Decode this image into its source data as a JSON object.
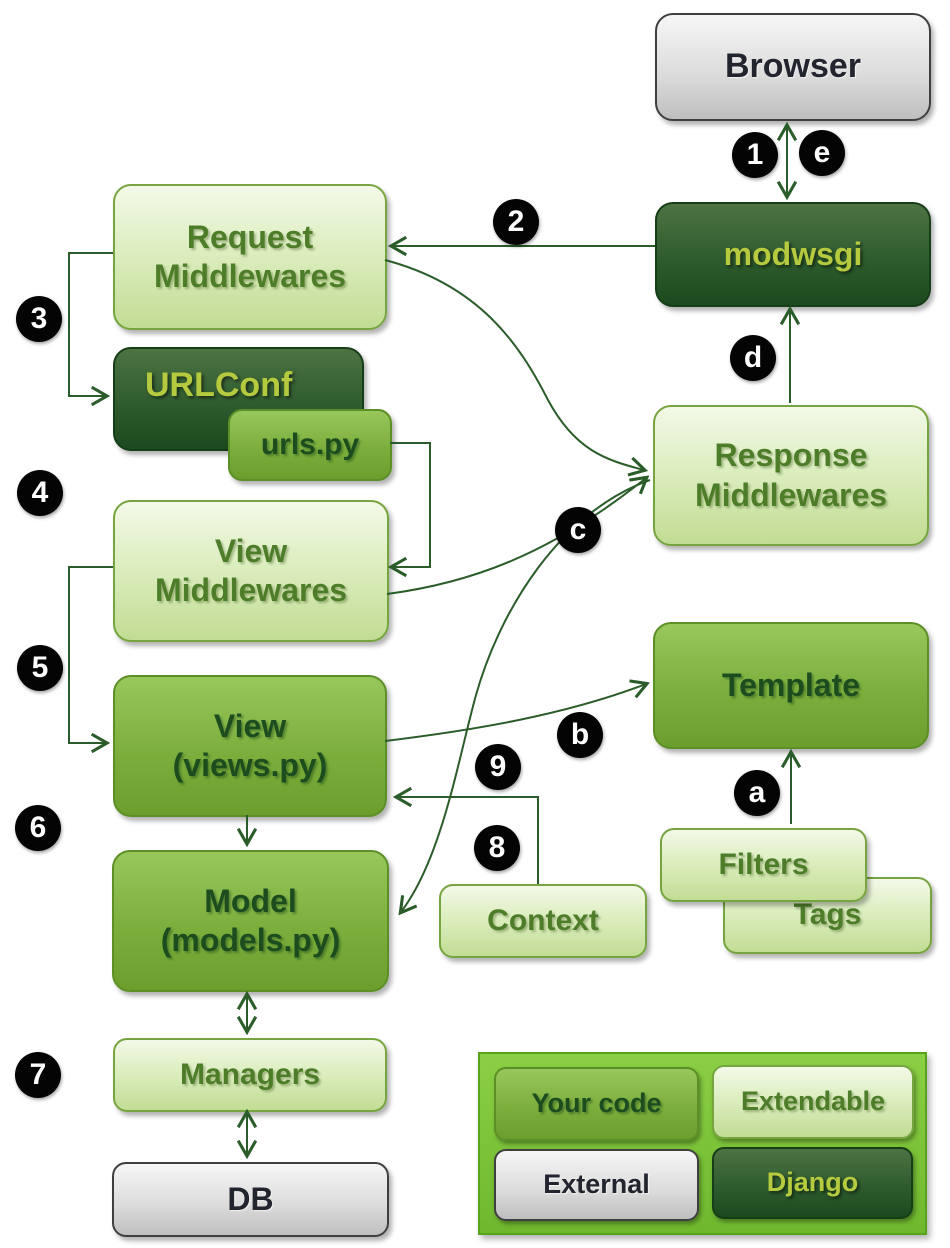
{
  "diagram": {
    "description": "Django request/response processing flow",
    "nodes": {
      "browser": {
        "label": "Browser",
        "type": "external"
      },
      "modwsgi": {
        "label": "modwsgi",
        "type": "django"
      },
      "request_middlewares": {
        "label": "Request\nMiddlewares",
        "type": "extendable"
      },
      "urlconf": {
        "label": "URLConf",
        "type": "django"
      },
      "urls_py": {
        "label": "urls.py",
        "type": "your-code"
      },
      "view_middlewares": {
        "label": "View\nMiddlewares",
        "type": "extendable"
      },
      "view": {
        "label": "View\n(views.py)",
        "type": "your-code"
      },
      "model": {
        "label": "Model\n(models.py)",
        "type": "your-code"
      },
      "managers": {
        "label": "Managers",
        "type": "extendable"
      },
      "db": {
        "label": "DB",
        "type": "external"
      },
      "response_middlewares": {
        "label": "Response\nMiddlewares",
        "type": "extendable"
      },
      "template": {
        "label": "Template",
        "type": "your-code"
      },
      "filters": {
        "label": "Filters",
        "type": "extendable"
      },
      "tags": {
        "label": "Tags",
        "type": "extendable"
      },
      "context": {
        "label": "Context",
        "type": "extendable"
      }
    },
    "badges": {
      "n1": "1",
      "n2": "2",
      "n3": "3",
      "n4": "4",
      "n5": "5",
      "n6": "6",
      "n7": "7",
      "n8": "8",
      "n9": "9",
      "a": "a",
      "b": "b",
      "c": "c",
      "d": "d",
      "e": "e"
    },
    "edges": [
      {
        "badge": "1",
        "from": "Browser",
        "to": "modwsgi",
        "direction": "both"
      },
      {
        "badge": "2",
        "from": "modwsgi",
        "to": "Request Middlewares"
      },
      {
        "badge": "3",
        "from": "Request Middlewares",
        "to": "URLConf"
      },
      {
        "badge": "4",
        "from": "urls.py",
        "to": "View Middlewares"
      },
      {
        "badge": "5",
        "from": "View Middlewares",
        "to": "View (views.py)"
      },
      {
        "badge": "6",
        "from": "View (views.py)",
        "to": "Model (models.py)"
      },
      {
        "badge": "7",
        "from": "Model (models.py)",
        "to": "Managers",
        "direction": "both"
      },
      {
        "badge": "7",
        "from": "Managers",
        "to": "DB",
        "direction": "both"
      },
      {
        "badge": "8",
        "from": "Context",
        "to": "View (views.py)"
      },
      {
        "badge": "9",
        "from": "Context",
        "to": "Model (models.py)",
        "style": "curve"
      },
      {
        "badge": "a",
        "from": "Filters",
        "to": "Template"
      },
      {
        "badge": "b",
        "from": "View (views.py)",
        "to": "Template",
        "style": "curve"
      },
      {
        "badge": "c",
        "from": "Request Middlewares",
        "to": "Response Middlewares",
        "style": "curve"
      },
      {
        "badge": "c",
        "from": "View Middlewares",
        "to": "Response Middlewares",
        "style": "curve"
      },
      {
        "badge": "d",
        "from": "Response Middlewares",
        "to": "modwsgi"
      },
      {
        "badge": "e",
        "from": "modwsgi",
        "to": "Browser",
        "direction": "both"
      }
    ],
    "legend": {
      "items": [
        {
          "id": "your-code",
          "label": "Your code"
        },
        {
          "id": "extendable",
          "label": "Extendable"
        },
        {
          "id": "external",
          "label": "External"
        },
        {
          "id": "django",
          "label": "Django"
        }
      ]
    },
    "colors": {
      "line": "#2b5d2a",
      "badge_bg": "#040404",
      "badge_text": "#ffffff",
      "extendable_fill": "#d9eab5",
      "your_code_fill": "#7cae3d",
      "django_fill": "#2c5a2c",
      "external_fill": "#d9d9d9",
      "legend_panel": "#7fc73c"
    }
  }
}
